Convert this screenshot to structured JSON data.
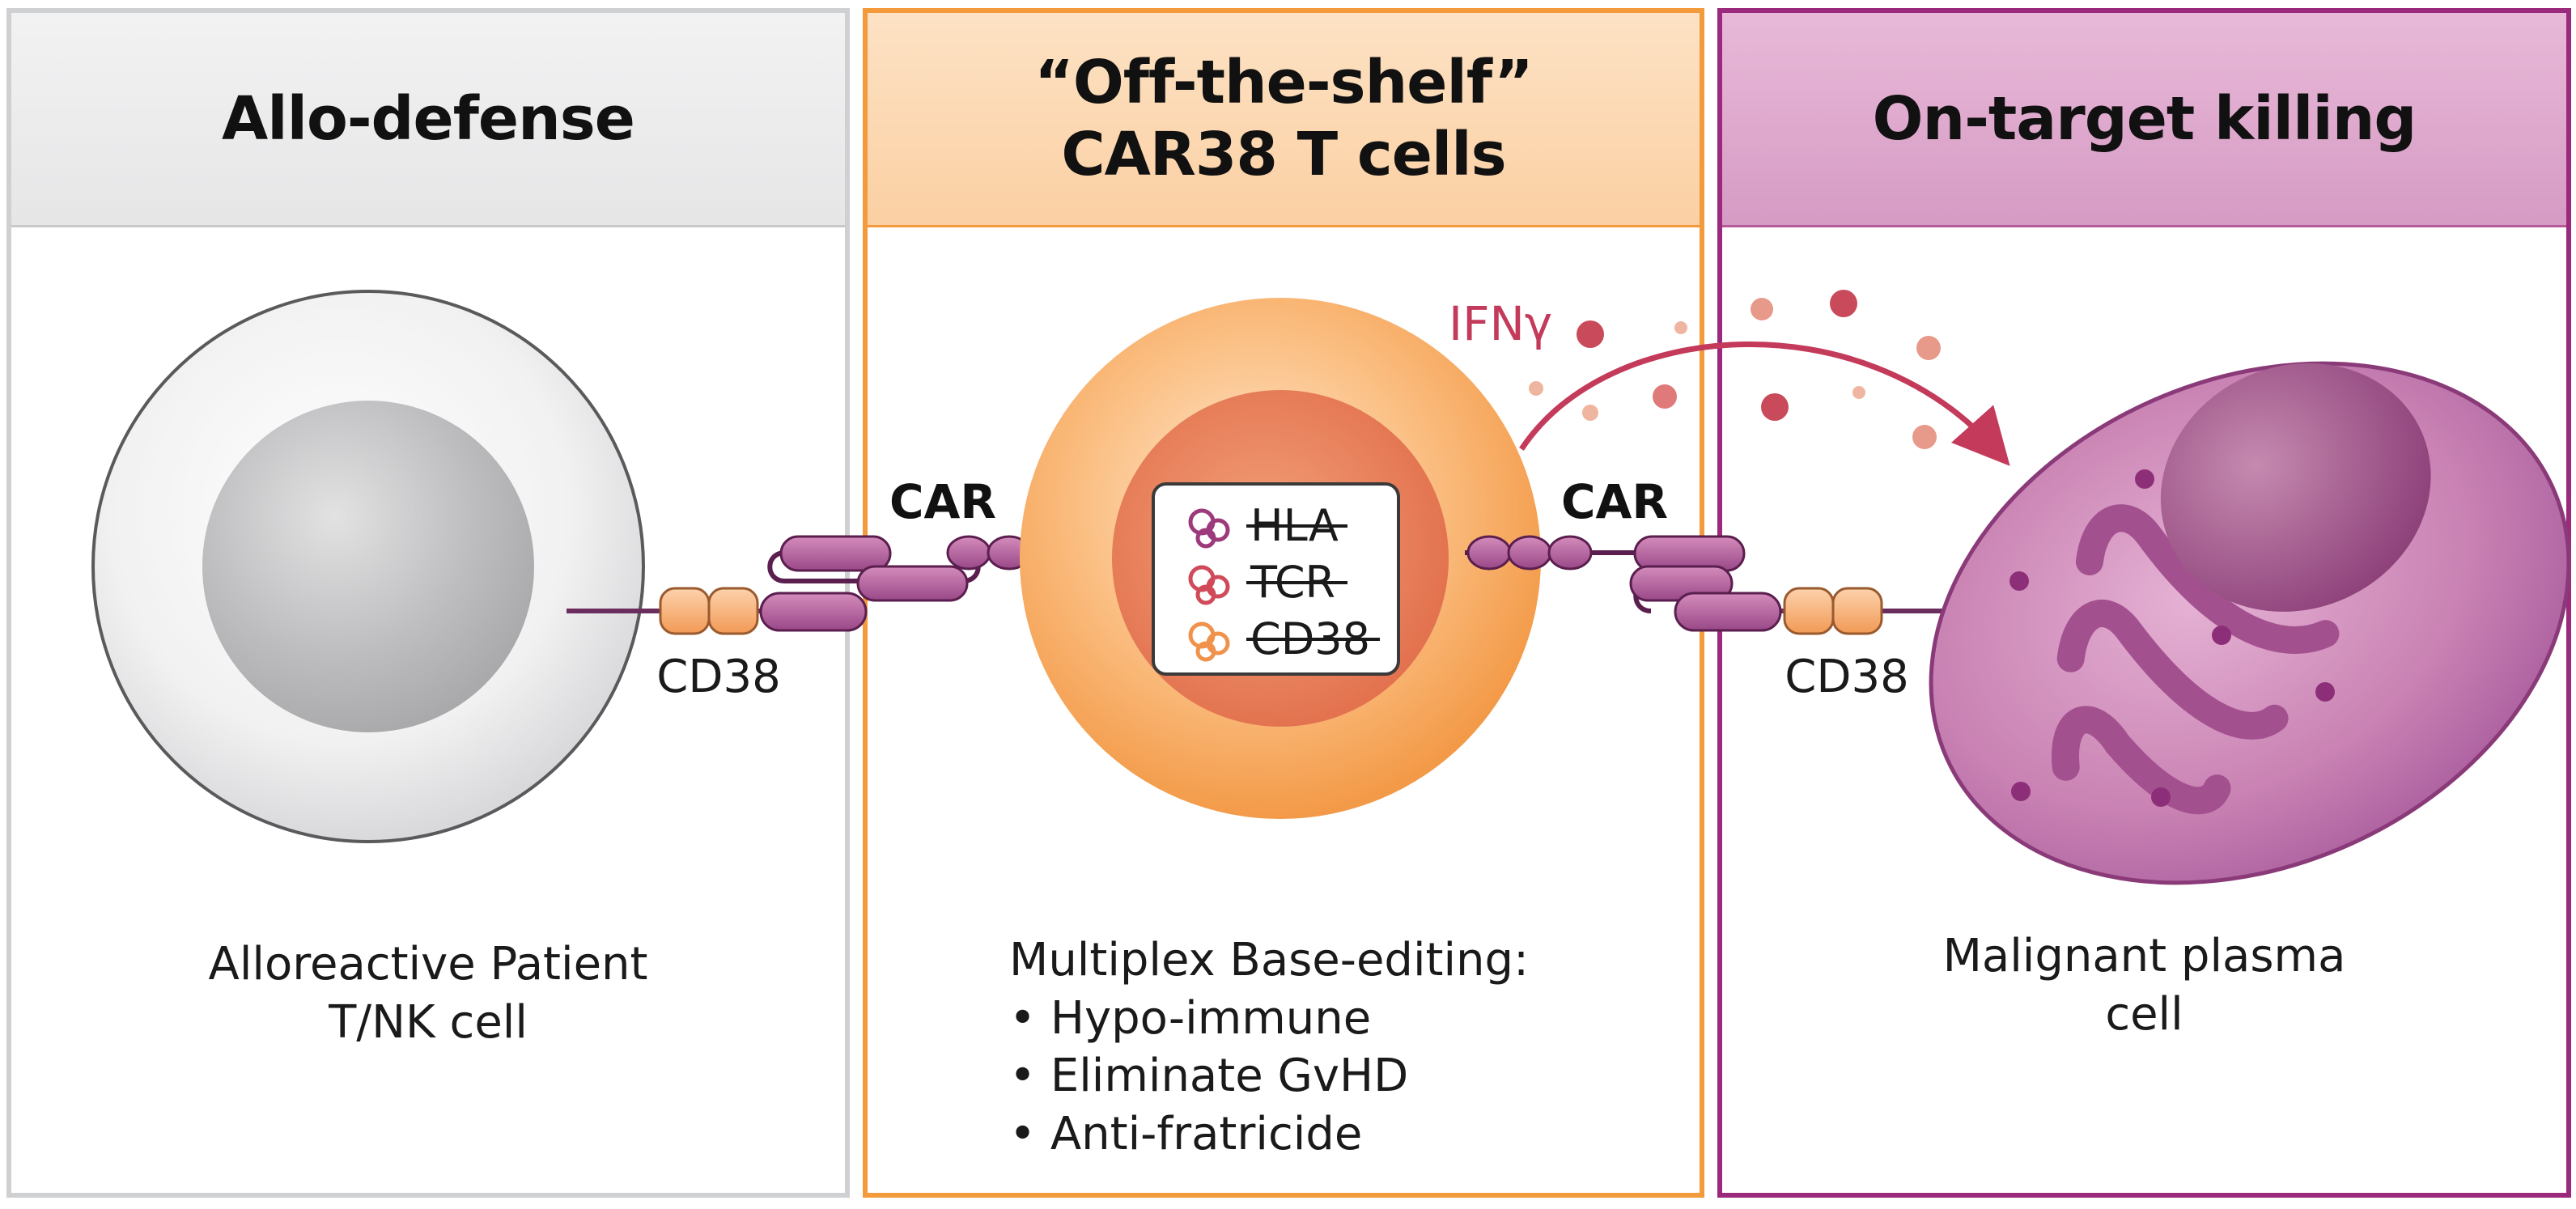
{
  "panels": {
    "allo_defense": {
      "title": "Allo-defense",
      "caption": [
        "Alloreactive Patient",
        "T/NK cell"
      ],
      "receptor_label": "CD38"
    },
    "car38": {
      "title": [
        "“Off-the-shelf”",
        "CAR38 T cells"
      ],
      "caption_heading": "Multiplex Base-editing:",
      "caption_bullets": [
        "• Hypo-immune",
        "• Eliminate GvHD",
        "• Anti-fratricide"
      ],
      "car_label_left": "CAR",
      "car_label_right": "CAR",
      "knockout_genes": [
        "HLA",
        "TCR",
        "CD38"
      ],
      "cytokine_label": "IFNγ"
    },
    "on_target": {
      "title": "On-target killing",
      "caption": [
        "Malignant plasma",
        "cell"
      ],
      "receptor_label": "CD38"
    }
  },
  "colors": {
    "gray_border": "#cfd0d2",
    "orange_border": "#f29a3c",
    "magenta_border": "#9c2a7c",
    "receptor_purple": "#b85a9a",
    "receptor_peach": "#f7a86a",
    "ifn_red": "#c43a5a"
  }
}
